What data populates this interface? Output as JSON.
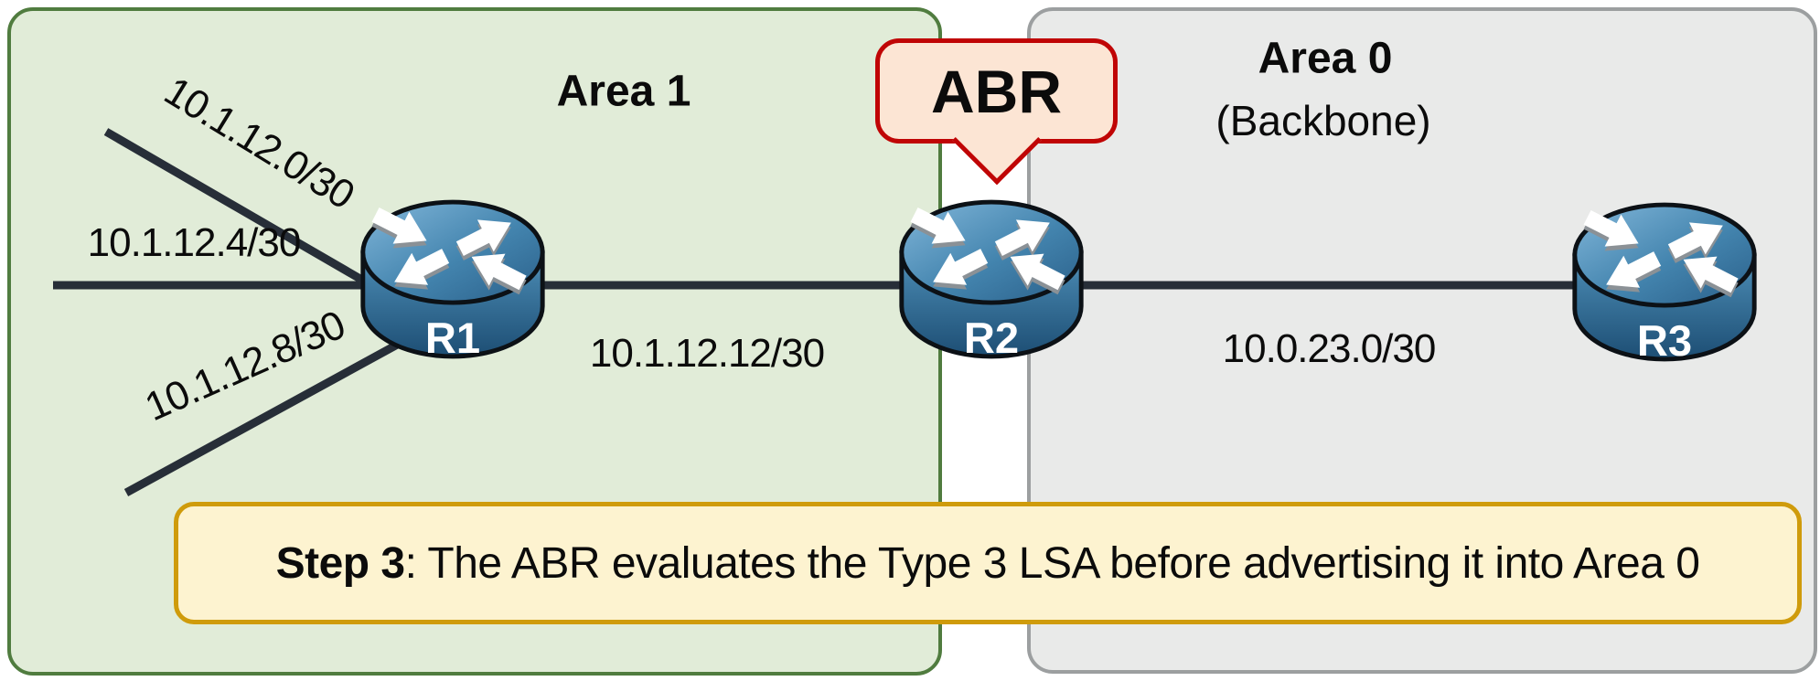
{
  "areas": {
    "area1": {
      "label": "Area 1"
    },
    "area0": {
      "label": "Area 0",
      "sublabel": "(Backbone)"
    }
  },
  "routers": [
    {
      "id": "R1",
      "label": "R1"
    },
    {
      "id": "R2",
      "label": "R2"
    },
    {
      "id": "R3",
      "label": "R3"
    }
  ],
  "links": [
    {
      "label": "10.1.12.0/30"
    },
    {
      "label": "10.1.12.4/30"
    },
    {
      "label": "10.1.12.8/30"
    },
    {
      "label": "10.1.12.12/30"
    },
    {
      "label": "10.0.23.0/30"
    }
  ],
  "callout": {
    "label": "ABR"
  },
  "step_note": {
    "prefix": "Step 3",
    "text": ": The ABR evaluates the Type 3 LSA before advertising it into Area 0"
  },
  "colors": {
    "area1_fill": "#e1ecd8",
    "area1_border": "#507c3f",
    "area0_fill": "#e9eae9",
    "area0_border": "#9c9fa0",
    "callout_fill": "#fce5d4",
    "callout_border": "#c00505",
    "note_fill": "#fdf3d0",
    "note_border": "#cf9b0b",
    "link_line": "#272e38",
    "router_blue": "#4181ad"
  }
}
